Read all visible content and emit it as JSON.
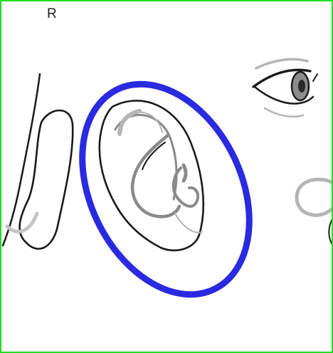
{
  "side_label": "R",
  "colors": {
    "frame": "#22dd22",
    "highlight_ring": "#2a2ae0",
    "line_dark": "#1a1a1a",
    "line_gray": "#8a8a8a",
    "line_light": "#b5b5b5",
    "iris": "#8c8c8c"
  },
  "icons": [
    "ear-drawing",
    "face-profile-outline",
    "eye-drawing",
    "nose-drawing",
    "highlight-ellipse"
  ]
}
